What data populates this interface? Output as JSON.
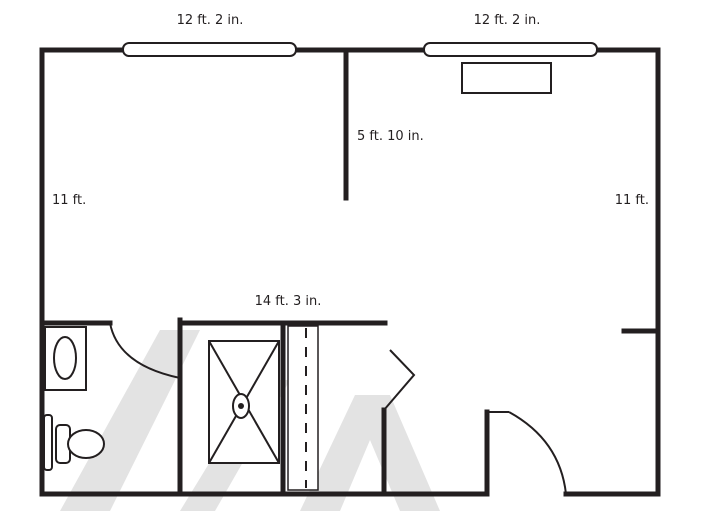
{
  "plan": {
    "dimensions": {
      "top_left_width": "12 ft. 2 in.",
      "top_right_width": "12 ft. 2 in.",
      "partition_length": "5 ft. 10 in.",
      "left_depth": "11 ft.",
      "right_depth": "11 ft.",
      "interior_width": "14 ft. 3 in."
    },
    "colors": {
      "wall": "#231f20",
      "watermark": "#e3e3e3",
      "background": "#ffffff"
    },
    "fixtures": [
      "window-icon",
      "window-icon",
      "dresser-icon",
      "sink-icon",
      "toilet-icon",
      "shower-icon",
      "drain-icon",
      "closet-door-icon",
      "entry-door-icon"
    ]
  }
}
